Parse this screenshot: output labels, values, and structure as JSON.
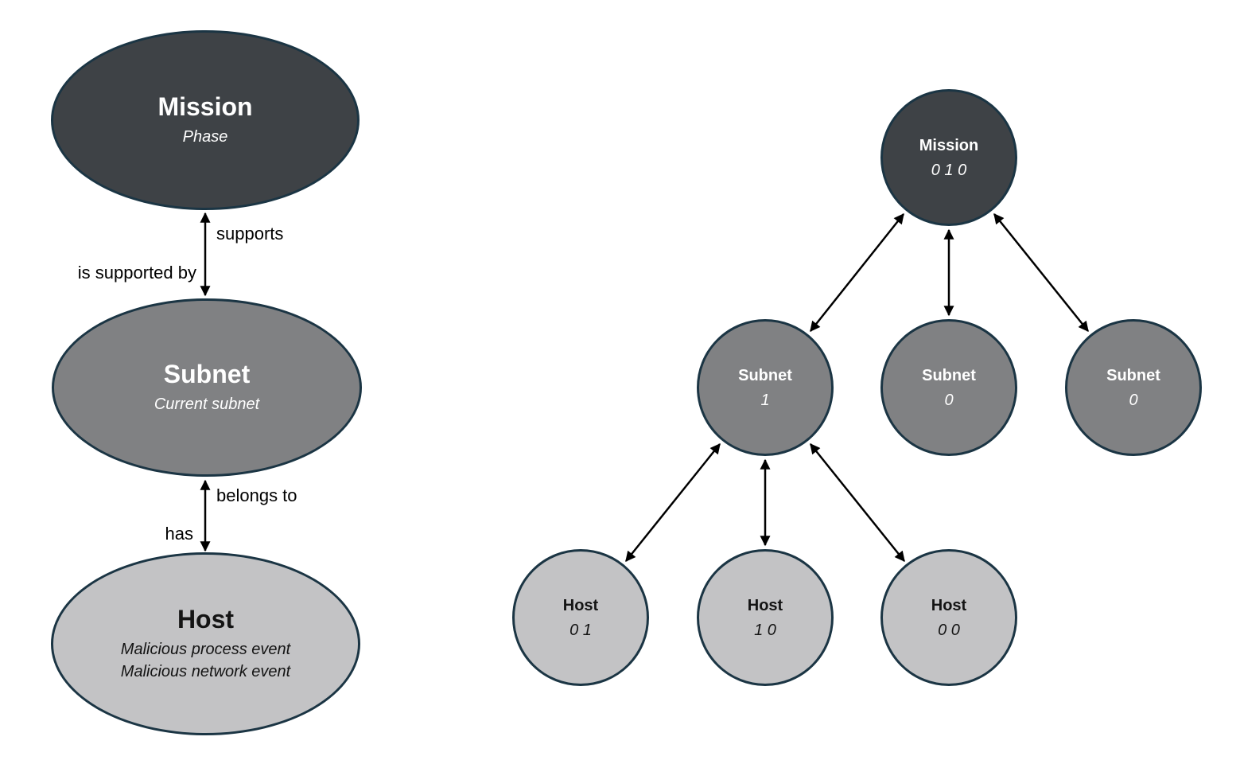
{
  "left": {
    "nodes": [
      {
        "title": "Mission",
        "subtitle_lines": [
          "Phase"
        ]
      },
      {
        "title": "Subnet",
        "subtitle_lines": [
          "Current subnet"
        ]
      },
      {
        "title": "Host",
        "subtitle_lines": [
          "Malicious process event",
          "Malicious network event"
        ]
      }
    ],
    "edges": [
      {
        "label_right": "supports",
        "label_left": "is supported by"
      },
      {
        "label_right": "belongs to",
        "label_left": "has"
      }
    ]
  },
  "right": {
    "nodes": [
      {
        "title": "Mission",
        "value": "0 1 0"
      },
      {
        "title": "Subnet",
        "value": "1"
      },
      {
        "title": "Subnet",
        "value": "0"
      },
      {
        "title": "Subnet",
        "value": "0"
      },
      {
        "title": "Host",
        "value": "0 1"
      },
      {
        "title": "Host",
        "value": "1 0"
      },
      {
        "title": "Host",
        "value": "0 0"
      }
    ]
  },
  "colors": {
    "mission_fill": "#3e4246",
    "subnet_fill": "#808183",
    "host_fill": "#c3c3c5",
    "node_border": "#1b3544",
    "arrow": "#000000",
    "background": "#ffffff"
  }
}
